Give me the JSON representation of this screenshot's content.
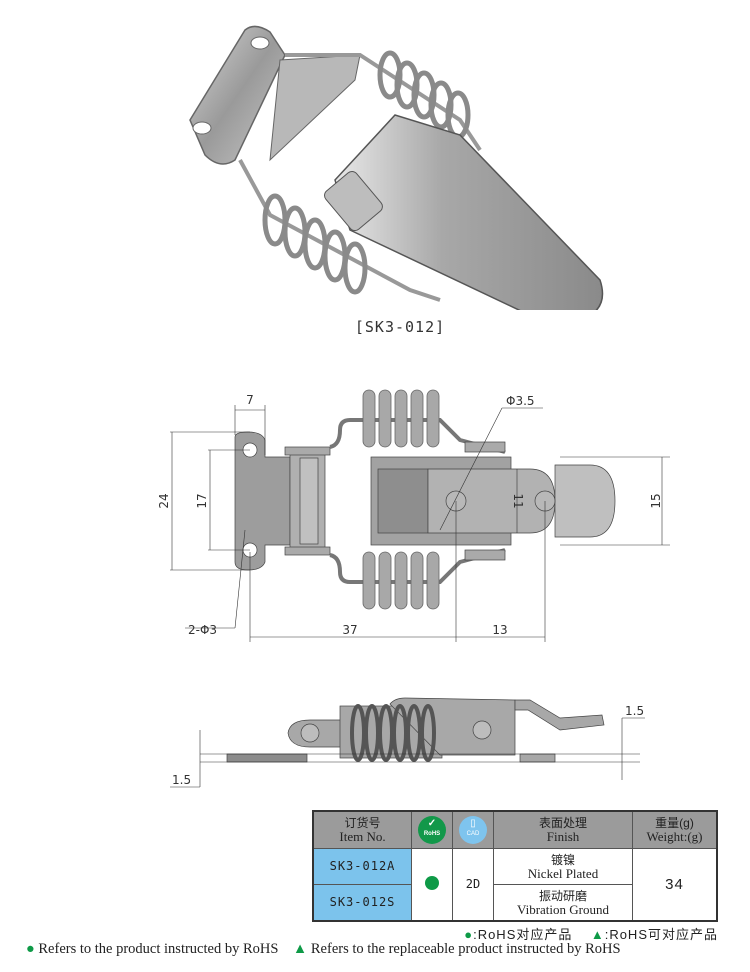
{
  "product": {
    "model_label": "[SK3-012]",
    "photo_alt": "stainless steel spring draw latch photo"
  },
  "drawing_top": {
    "dims": {
      "width_7": "7",
      "height_24": "24",
      "hole_spacing_17": "17",
      "holes": "2-Φ3",
      "pin_dia": "Φ3.5",
      "slot_11": "11",
      "height_15": "15",
      "length_37": "37",
      "length_13": "13"
    }
  },
  "drawing_side": {
    "dims": {
      "thickness_left": "1.5",
      "thickness_right": "1.5"
    }
  },
  "table": {
    "headers": {
      "item_cn": "订货号",
      "item_en": "Item No.",
      "rohs": "RoHS",
      "cad": "CAD",
      "finish_cn": "表面处理",
      "finish_en": "Finish",
      "weight_cn": "重量(g)",
      "weight_en": "Weight:(g)"
    },
    "rows": [
      {
        "item": "SK3-012A",
        "finish_cn": "镀镍",
        "finish_en": "Nickel Plated"
      },
      {
        "item": "SK3-012S",
        "finish_cn": "振动研磨",
        "finish_en": "Vibration Ground"
      }
    ],
    "cad_value": "2D",
    "weight_value": "34"
  },
  "legend": {
    "cn_circle": ":RoHS对应产品",
    "cn_triangle": ":RoHS可对应产品",
    "en_circle": "Refers to the product instructed by RoHS",
    "en_triangle": "Refers to the replaceable product instructed by RoHS"
  },
  "colors": {
    "rohs_green": "#0e9a47",
    "cad_blue": "#7ec4ee",
    "item_cell_blue": "#7cc3ec",
    "header_gray": "#9b9b9b"
  }
}
